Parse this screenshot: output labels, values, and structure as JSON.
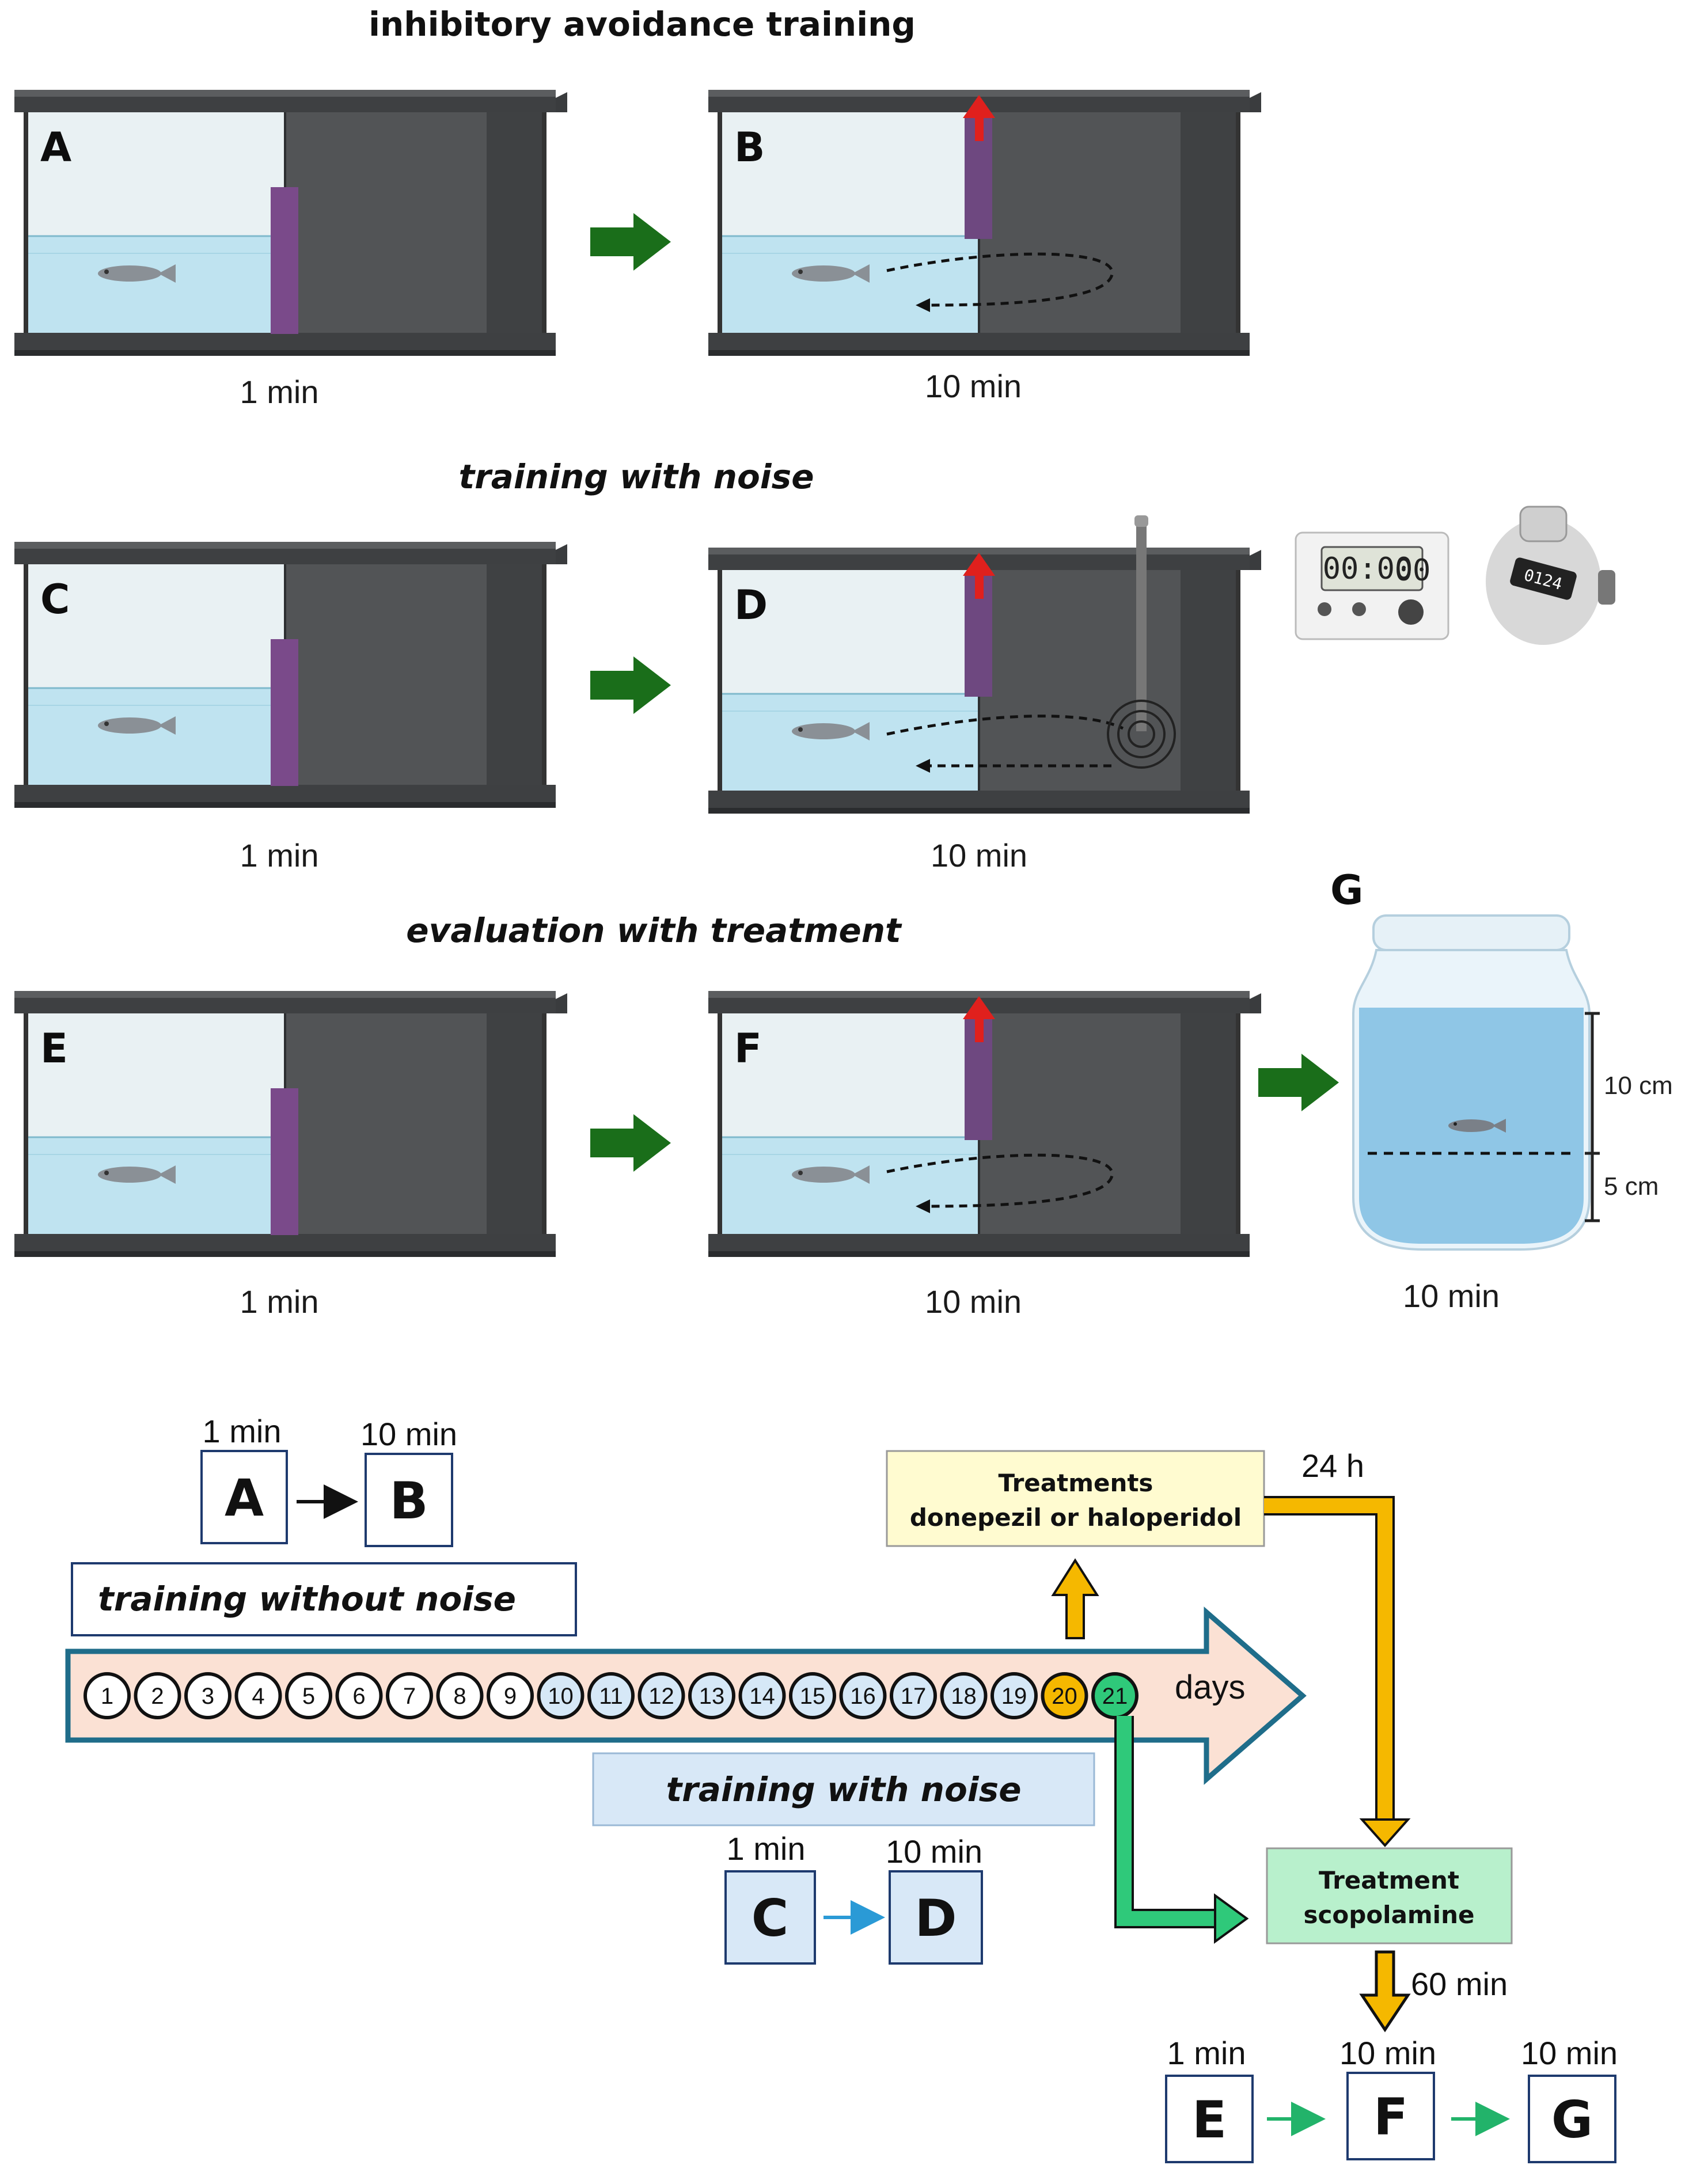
{
  "top": {
    "headers": {
      "row1": "inhibitory avoidance training",
      "row2": "training with noise",
      "row3": "evaluation with treatment"
    },
    "panels": {
      "A": {
        "label": "A",
        "time": "1 min"
      },
      "B": {
        "label": "B",
        "time": "10 min"
      },
      "C": {
        "label": "C",
        "time": "1 min"
      },
      "D": {
        "label": "D",
        "time": "10 min"
      },
      "E": {
        "label": "E",
        "time": "1 min"
      },
      "F": {
        "label": "F",
        "time": "10 min"
      },
      "G": {
        "label": "G",
        "time": "10 min"
      }
    },
    "timer_display": "00:00",
    "timer_small": "00",
    "counter_display": "0124",
    "jar_scale": {
      "upper": "10 cm",
      "lower": "5 cm"
    }
  },
  "timeline": {
    "seq_ab": {
      "a": "A",
      "b": "B",
      "a_time": "1 min",
      "b_time": "10 min"
    },
    "training_without_noise": "training without noise",
    "training_with_noise": "training with noise",
    "seq_cd": {
      "c": "C",
      "d": "D",
      "c_time": "1 min",
      "d_time": "10 min"
    },
    "days": [
      "1",
      "2",
      "3",
      "4",
      "5",
      "6",
      "7",
      "8",
      "9",
      "10",
      "11",
      "12",
      "13",
      "14",
      "15",
      "16",
      "17",
      "18",
      "19",
      "20",
      "21"
    ],
    "days_label": "days",
    "treatments_box": {
      "line1": "Treatments",
      "line2": "donepezil or haloperidol"
    },
    "delay_24h": "24 h",
    "scopolamine_box": {
      "line1": "Treatment",
      "line2": "scopolamine"
    },
    "delay_60min": "60 min",
    "seq_efg": {
      "e": "E",
      "f": "F",
      "g": "G",
      "e_time": "1 min",
      "f_time": "10 min",
      "g_time": "10 min"
    },
    "colors": {
      "day_normal": "#ffffff",
      "day_noise": "#d6e8f7",
      "day_20": "#f5b800",
      "day_21": "#2fc97a",
      "arrow_fill": "#fbe1d4",
      "arrow_stroke": "#1f6d8a",
      "yellow_box": "#fffbd0",
      "green_box": "#b8f0cc",
      "blue_bar": "#d8e8f7"
    }
  }
}
